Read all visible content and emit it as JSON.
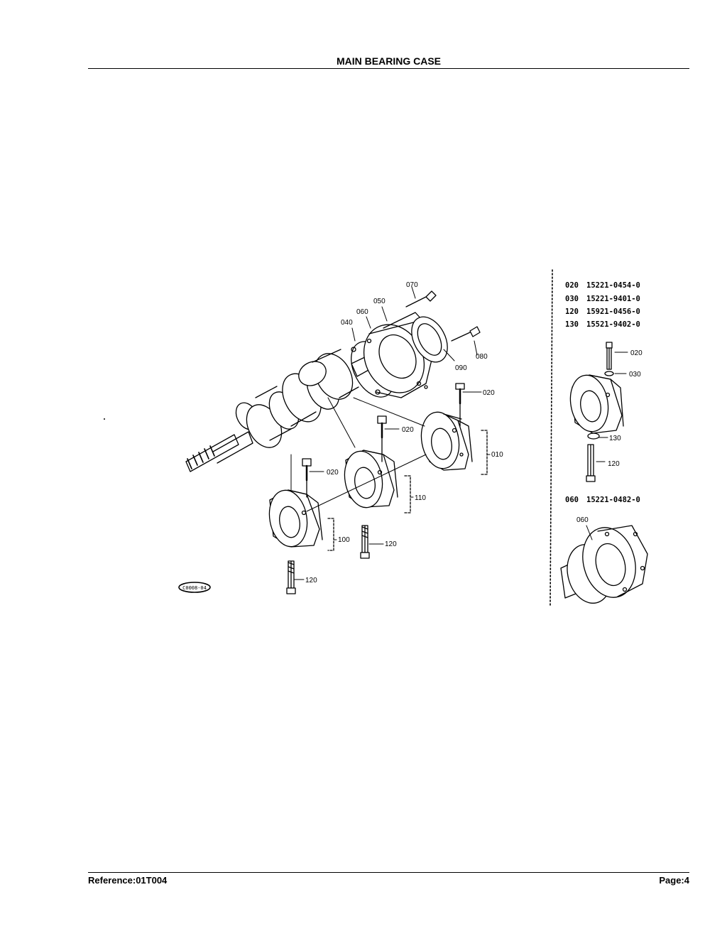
{
  "header": {
    "title": "MAIN BEARING CASE"
  },
  "footer": {
    "reference": "Reference:01T004",
    "page": "Page:4"
  },
  "main_diagram": {
    "callouts": {
      "c070": "070",
      "c050": "050",
      "c060": "060",
      "c040": "040",
      "c080": "080",
      "c090": "090",
      "c020a": "020",
      "c020b": "020",
      "c020c": "020",
      "c010": "010",
      "c110": "110",
      "c100": "100",
      "c120a": "120",
      "c120b": "120"
    },
    "stamp": "C0008-04"
  },
  "side_detail": {
    "parts": [
      {
        "ref": "020",
        "part_no": "15221-0454-0"
      },
      {
        "ref": "030",
        "part_no": "15221-9401-0"
      },
      {
        "ref": "120",
        "part_no": "15921-0456-0"
      },
      {
        "ref": "130",
        "part_no": "15521-9402-0"
      }
    ],
    "callouts": {
      "c020": "020",
      "c030": "030",
      "c130": "130",
      "c120": "120",
      "c060": "060"
    },
    "extra_part": {
      "ref": "060",
      "part_no": "15221-0482-0"
    }
  }
}
